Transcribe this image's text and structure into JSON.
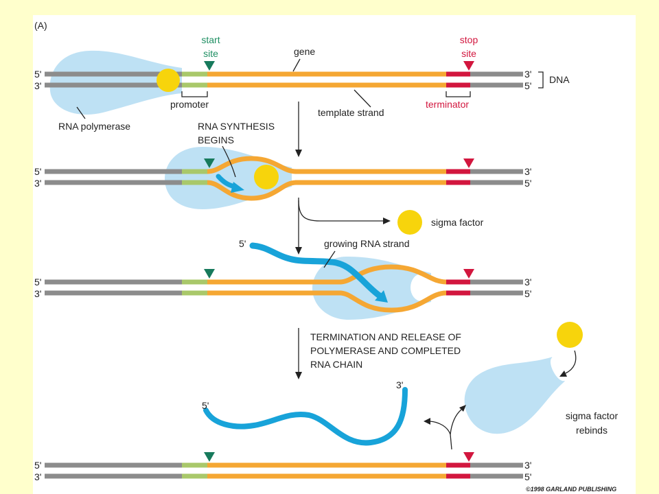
{
  "figure": {
    "panel_label": "(A)",
    "copyright": "©1998 GARLAND PUBLISHING"
  },
  "dna": {
    "strand_ends": {
      "left_top": "5'",
      "left_bottom": "3'",
      "right_top": "3'",
      "right_bottom": "5'"
    },
    "label": "DNA",
    "start_site": {
      "line1": "start",
      "line2": "site"
    },
    "stop_site": {
      "line1": "stop",
      "line2": "site"
    },
    "gene": "gene",
    "promoter": "promoter",
    "template_strand": "template strand",
    "terminator": "terminator"
  },
  "steps": {
    "rna_polymerase": "RNA polymerase",
    "synthesis_begins": {
      "line1": "RNA SYNTHESIS",
      "line2": "BEGINS"
    },
    "sigma_factor": "sigma factor",
    "rna_5prime": "5'",
    "growing_rna": "growing RNA strand",
    "termination": {
      "line1": "TERMINATION AND RELEASE OF",
      "line2": "POLYMERASE AND COMPLETED",
      "line3": "RNA CHAIN"
    },
    "released_rna": {
      "end3": "3'",
      "end5": "5'"
    },
    "sigma_rebinds": {
      "line1": "sigma factor",
      "line2": "rebinds"
    }
  },
  "colors": {
    "background": "#FFFFCC",
    "panel": "#FFFFFF",
    "text": "#222222",
    "dna_gray": "#8C8C8C",
    "promoter_green": "#A9C86A",
    "gene_orange": "#F5A733",
    "terminator_red": "#D2163E",
    "start_marker": "#177A5C",
    "stop_marker": "#D2163E",
    "start_text": "#1F8F63",
    "stop_text": "#D2163E",
    "polymerase_blue": "#BEE1F4",
    "sigma_yellow": "#F7D40C",
    "rna_blue": "#18A3D9"
  }
}
